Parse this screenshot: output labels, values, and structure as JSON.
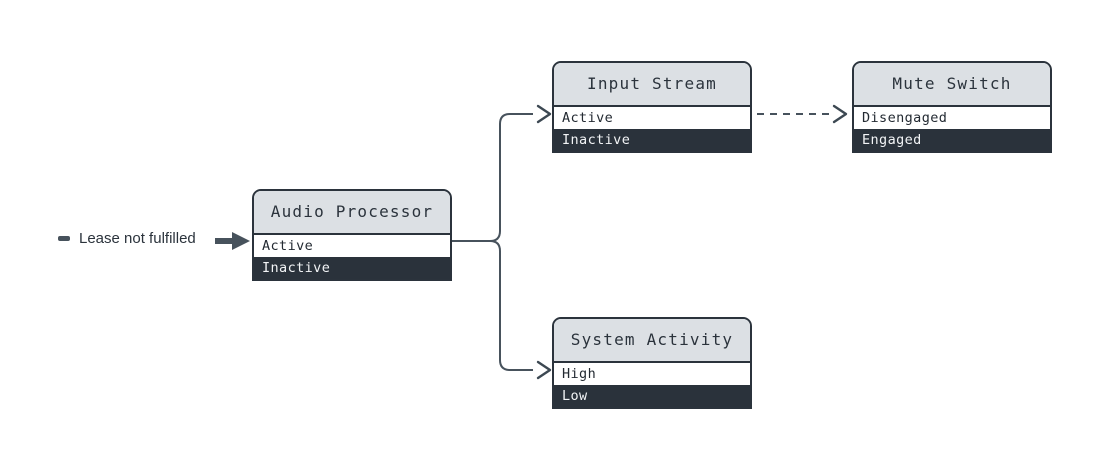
{
  "diagram": {
    "background": "#ffffff",
    "colors": {
      "stroke": "#2b333c",
      "header_fill": "#dce0e4",
      "row_light_fill": "#ffffff",
      "row_dark_fill": "#2a323b",
      "row_dark_text": "#f2f4f6",
      "connector": "#47525c"
    },
    "entry_label": {
      "text": "Lease not fulfilled",
      "leading_dash": "dash-stub"
    },
    "nodes": [
      {
        "id": "audio-processor",
        "title": "Audio Processor",
        "rows": [
          {
            "label": "Active",
            "state": "light"
          },
          {
            "label": "Inactive",
            "state": "dark"
          }
        ]
      },
      {
        "id": "input-stream",
        "title": "Input Stream",
        "rows": [
          {
            "label": "Active",
            "state": "light"
          },
          {
            "label": "Inactive",
            "state": "dark"
          }
        ]
      },
      {
        "id": "mute-switch",
        "title": "Mute Switch",
        "rows": [
          {
            "label": "Disengaged",
            "state": "light"
          },
          {
            "label": "Engaged",
            "state": "dark"
          }
        ]
      },
      {
        "id": "system-activity",
        "title": "System Activity",
        "rows": [
          {
            "label": "High",
            "state": "light"
          },
          {
            "label": "Low",
            "state": "dark"
          }
        ]
      }
    ],
    "connectors": [
      {
        "id": "entry-arrow",
        "from": "entry-label",
        "to": "audio-processor",
        "style": "solid-thick"
      },
      {
        "id": "audio-to-input",
        "from": "audio-processor",
        "to": "input-stream",
        "style": "solid"
      },
      {
        "id": "audio-to-activity",
        "from": "audio-processor",
        "to": "system-activity",
        "style": "solid"
      },
      {
        "id": "input-to-mute",
        "from": "input-stream",
        "to": "mute-switch",
        "style": "dashed"
      }
    ]
  }
}
